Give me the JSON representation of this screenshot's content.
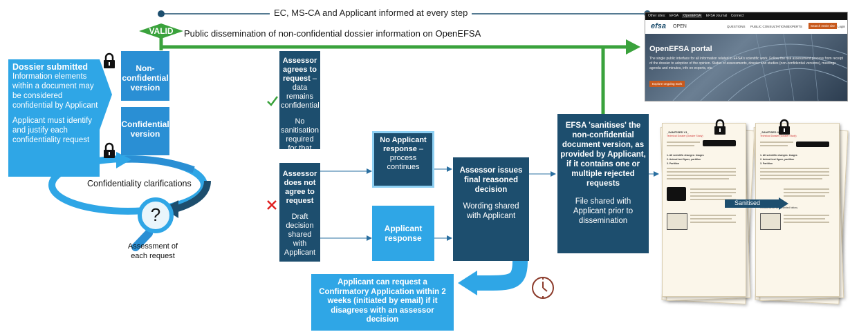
{
  "top_line_label": "EC, MS-CA and Applicant informed at every step",
  "valid_label": "VALID",
  "dissemination_label": "Public dissemination of non-confidential dossier information on OpenEFSA",
  "dossier": {
    "title": "Dossier submitted",
    "text1": "Information elements within a document may be considered confidential by Applicant",
    "text2": "Applicant must identify and justify each confidentiality request"
  },
  "nonconf_version": "Non-confidential version",
  "conf_version": "Confidential version",
  "clarifications": "Confidentiality clarifications",
  "question_mark": "?",
  "assessment_label": "Assessment of each request",
  "agrees": {
    "bold": "Assessor agrees to request",
    "rest": " – data remains confidential",
    "note": "No sanitisation required for that data"
  },
  "not_agree": {
    "bold": "Assessor does not agree to request",
    "note": "Draft decision shared with Applicant"
  },
  "no_response": {
    "bold": "No Applicant response",
    "rest": " – process continues"
  },
  "applicant_response": "Applicant response",
  "final_decision": {
    "bold": "Assessor issues final reasoned decision",
    "note": "Wording shared with Applicant"
  },
  "sanitises": {
    "bold": "EFSA 'sanitises' the non-confidential document version, as provided by Applicant, if it contains one or multiple rejected requests",
    "note": "File shared with Applicant prior to dissemination"
  },
  "confirmatory": "Applicant can request a Confirmatory Application within 2 weeks (initiated by email) if it disagrees with an assessor decision",
  "sanitised_label": "Sanitised",
  "portal": {
    "nav_tabs": [
      "Other sites:",
      "EFSA",
      "OpenEFSA",
      "EFSA Journal",
      "Connect"
    ],
    "logo": "efsa",
    "logo_suffix": "OPEN",
    "menu": [
      "QUESTIONS",
      "PUBLIC CONSULTATIONS",
      "EXPERTS"
    ],
    "search_button": "Search entire site",
    "login": "Login",
    "title": "OpenEFSA portal",
    "description": "The single public interface for all information related to EFSA's scientific work. Follow the risk assessment process from receipt of the dossier to adoption of the opinion. Status of assessments, dossier and studies (non-confidential versions), meetings agenda and minutes, info on experts, etc.",
    "cta": "Explore ongoing work"
  },
  "docs": {
    "left_title": "_SANITISED V1_",
    "left_subtitle": "Technical Dossier (Dossier Study)",
    "right_title": "_SANITISED V1_",
    "right_subtitle": "Technical Dossier (Dossier Study)",
    "h1": "1. All scientific changes: images",
    "h2": "2. Animal test figure, partition",
    "h3": "3. Partition",
    "footer": "Results as set at the limited history"
  },
  "colors": {
    "dark": "#1d4e6e",
    "mid": "#2a8fd4",
    "light": "#2fa6e6",
    "green": "#3aa23c",
    "red": "#e02020"
  }
}
